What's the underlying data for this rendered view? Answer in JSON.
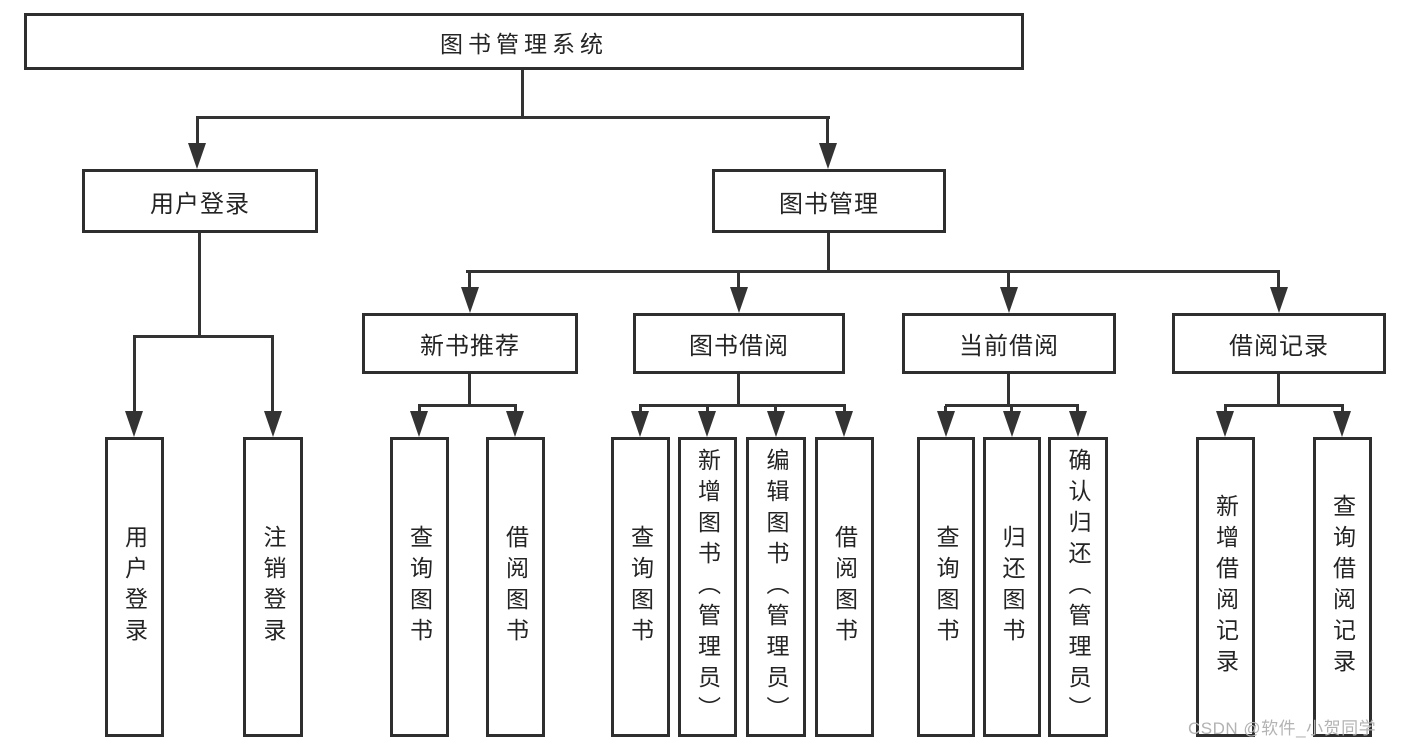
{
  "colors": {
    "line": "#333333",
    "box_border": "#2e2e2e",
    "text": "#242424",
    "watermark": "#b3b3b3",
    "background": "#ffffff"
  },
  "tree": {
    "root": "图书管理系统",
    "branches": [
      {
        "label": "用户登录",
        "children": [
          "用户登录",
          "注销登录"
        ]
      },
      {
        "label": "图书管理",
        "groups": [
          {
            "label": "新书推荐",
            "children": [
              "查询图书",
              "借阅图书"
            ]
          },
          {
            "label": "图书借阅",
            "children": [
              "查询图书",
              "新增图书（管理员）",
              "编辑图书（管理员）",
              "借阅图书"
            ]
          },
          {
            "label": "当前借阅",
            "children": [
              "查询图书",
              "归还图书",
              "确认归还（管理员）"
            ]
          },
          {
            "label": "借阅记录",
            "children": [
              "新增借阅记录",
              "查询借阅记录"
            ]
          }
        ]
      }
    ]
  },
  "watermark": {
    "text": "CSDN @软件_小贺同学"
  }
}
